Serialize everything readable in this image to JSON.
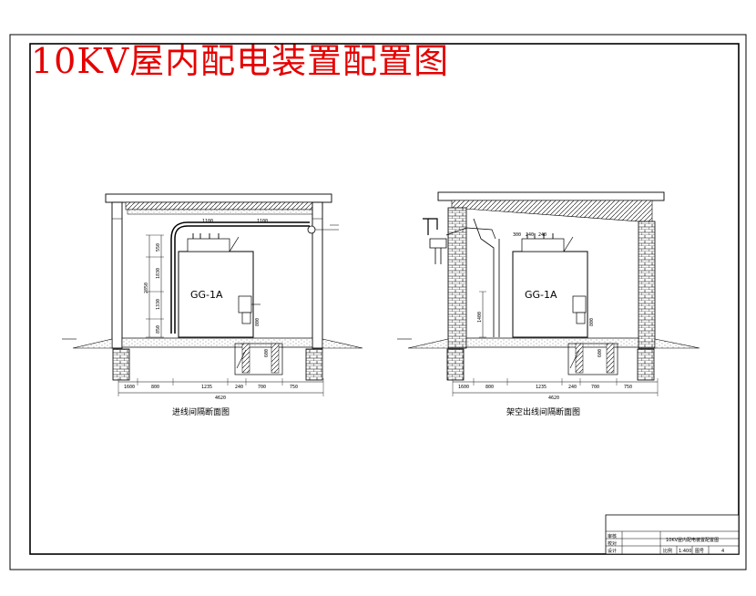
{
  "title": "10KV屋内配电装置配置图",
  "left_view": {
    "cabinet": "GG-1A",
    "caption": "进线间隔断面图",
    "dims_bottom": [
      "1600",
      "800",
      "1235",
      "240",
      "700",
      "750"
    ],
    "total": "4620",
    "dims_vertical": [
      "2850",
      "1830",
      "1330",
      "850",
      "550"
    ],
    "dims_top": [
      "1100",
      "1100"
    ],
    "dims_trench": [
      "800",
      "600"
    ]
  },
  "right_view": {
    "cabinet": "GG-1A",
    "caption": "架空出线间隔断面图",
    "dims_bottom": [
      "1600",
      "800",
      "1235",
      "240",
      "700",
      "750"
    ],
    "total": "4620",
    "dims_top": [
      "300",
      "240",
      "240"
    ],
    "dims_vertical": [
      "1400"
    ],
    "dims_trench": [
      "800",
      "600"
    ]
  },
  "title_block": {
    "name": "10KV屋内配电装置配置图",
    "rows": [
      "审核",
      "校对",
      "设计"
    ],
    "scale_label": "比例",
    "scale": "1:400",
    "sheet_label": "图号",
    "sheet": "4"
  }
}
